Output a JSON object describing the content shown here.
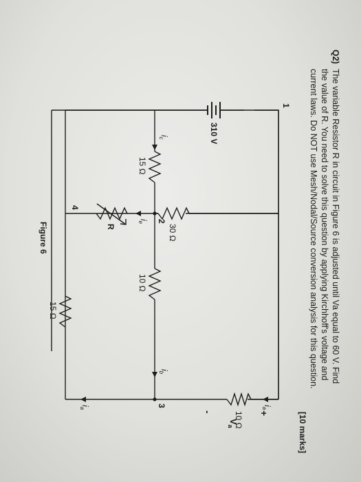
{
  "question": {
    "number": "Q2)",
    "line1": "The variable Resistor R in circuit in Figure 6 is adjusted until Va equal to 60 V. Find",
    "line2": "the value of R. You need to solve this question by applying Kirchhoff's voltage and",
    "line3": "current laws. Do NOT use Mesh/Nodal/Source conversion analysis for this question.",
    "marks": "[10 marks]"
  },
  "circuit": {
    "node_1": "1",
    "node_2": "2",
    "node_3": "3",
    "node_4": "4",
    "r_top": "30 Ω",
    "r_left": "15 Ω",
    "r_mid": "10 Ω",
    "r_bottom": "15 Ω",
    "r_right": "10 Ω",
    "r_variable": "R",
    "source": "310 V",
    "i_c": "i",
    "i_c_sub": "c",
    "i_b": "i",
    "i_b_sub": "b",
    "i_e": "i",
    "i_e_sub": "e",
    "i_a_top": "i",
    "i_a_top_sub": "a",
    "i_a_bottom": "i",
    "i_a_bottom_sub": "a",
    "va_plus": "+",
    "va_minus": "-",
    "va_label": "V",
    "va_sub": "a"
  },
  "figure": {
    "caption": "Figure 6"
  }
}
